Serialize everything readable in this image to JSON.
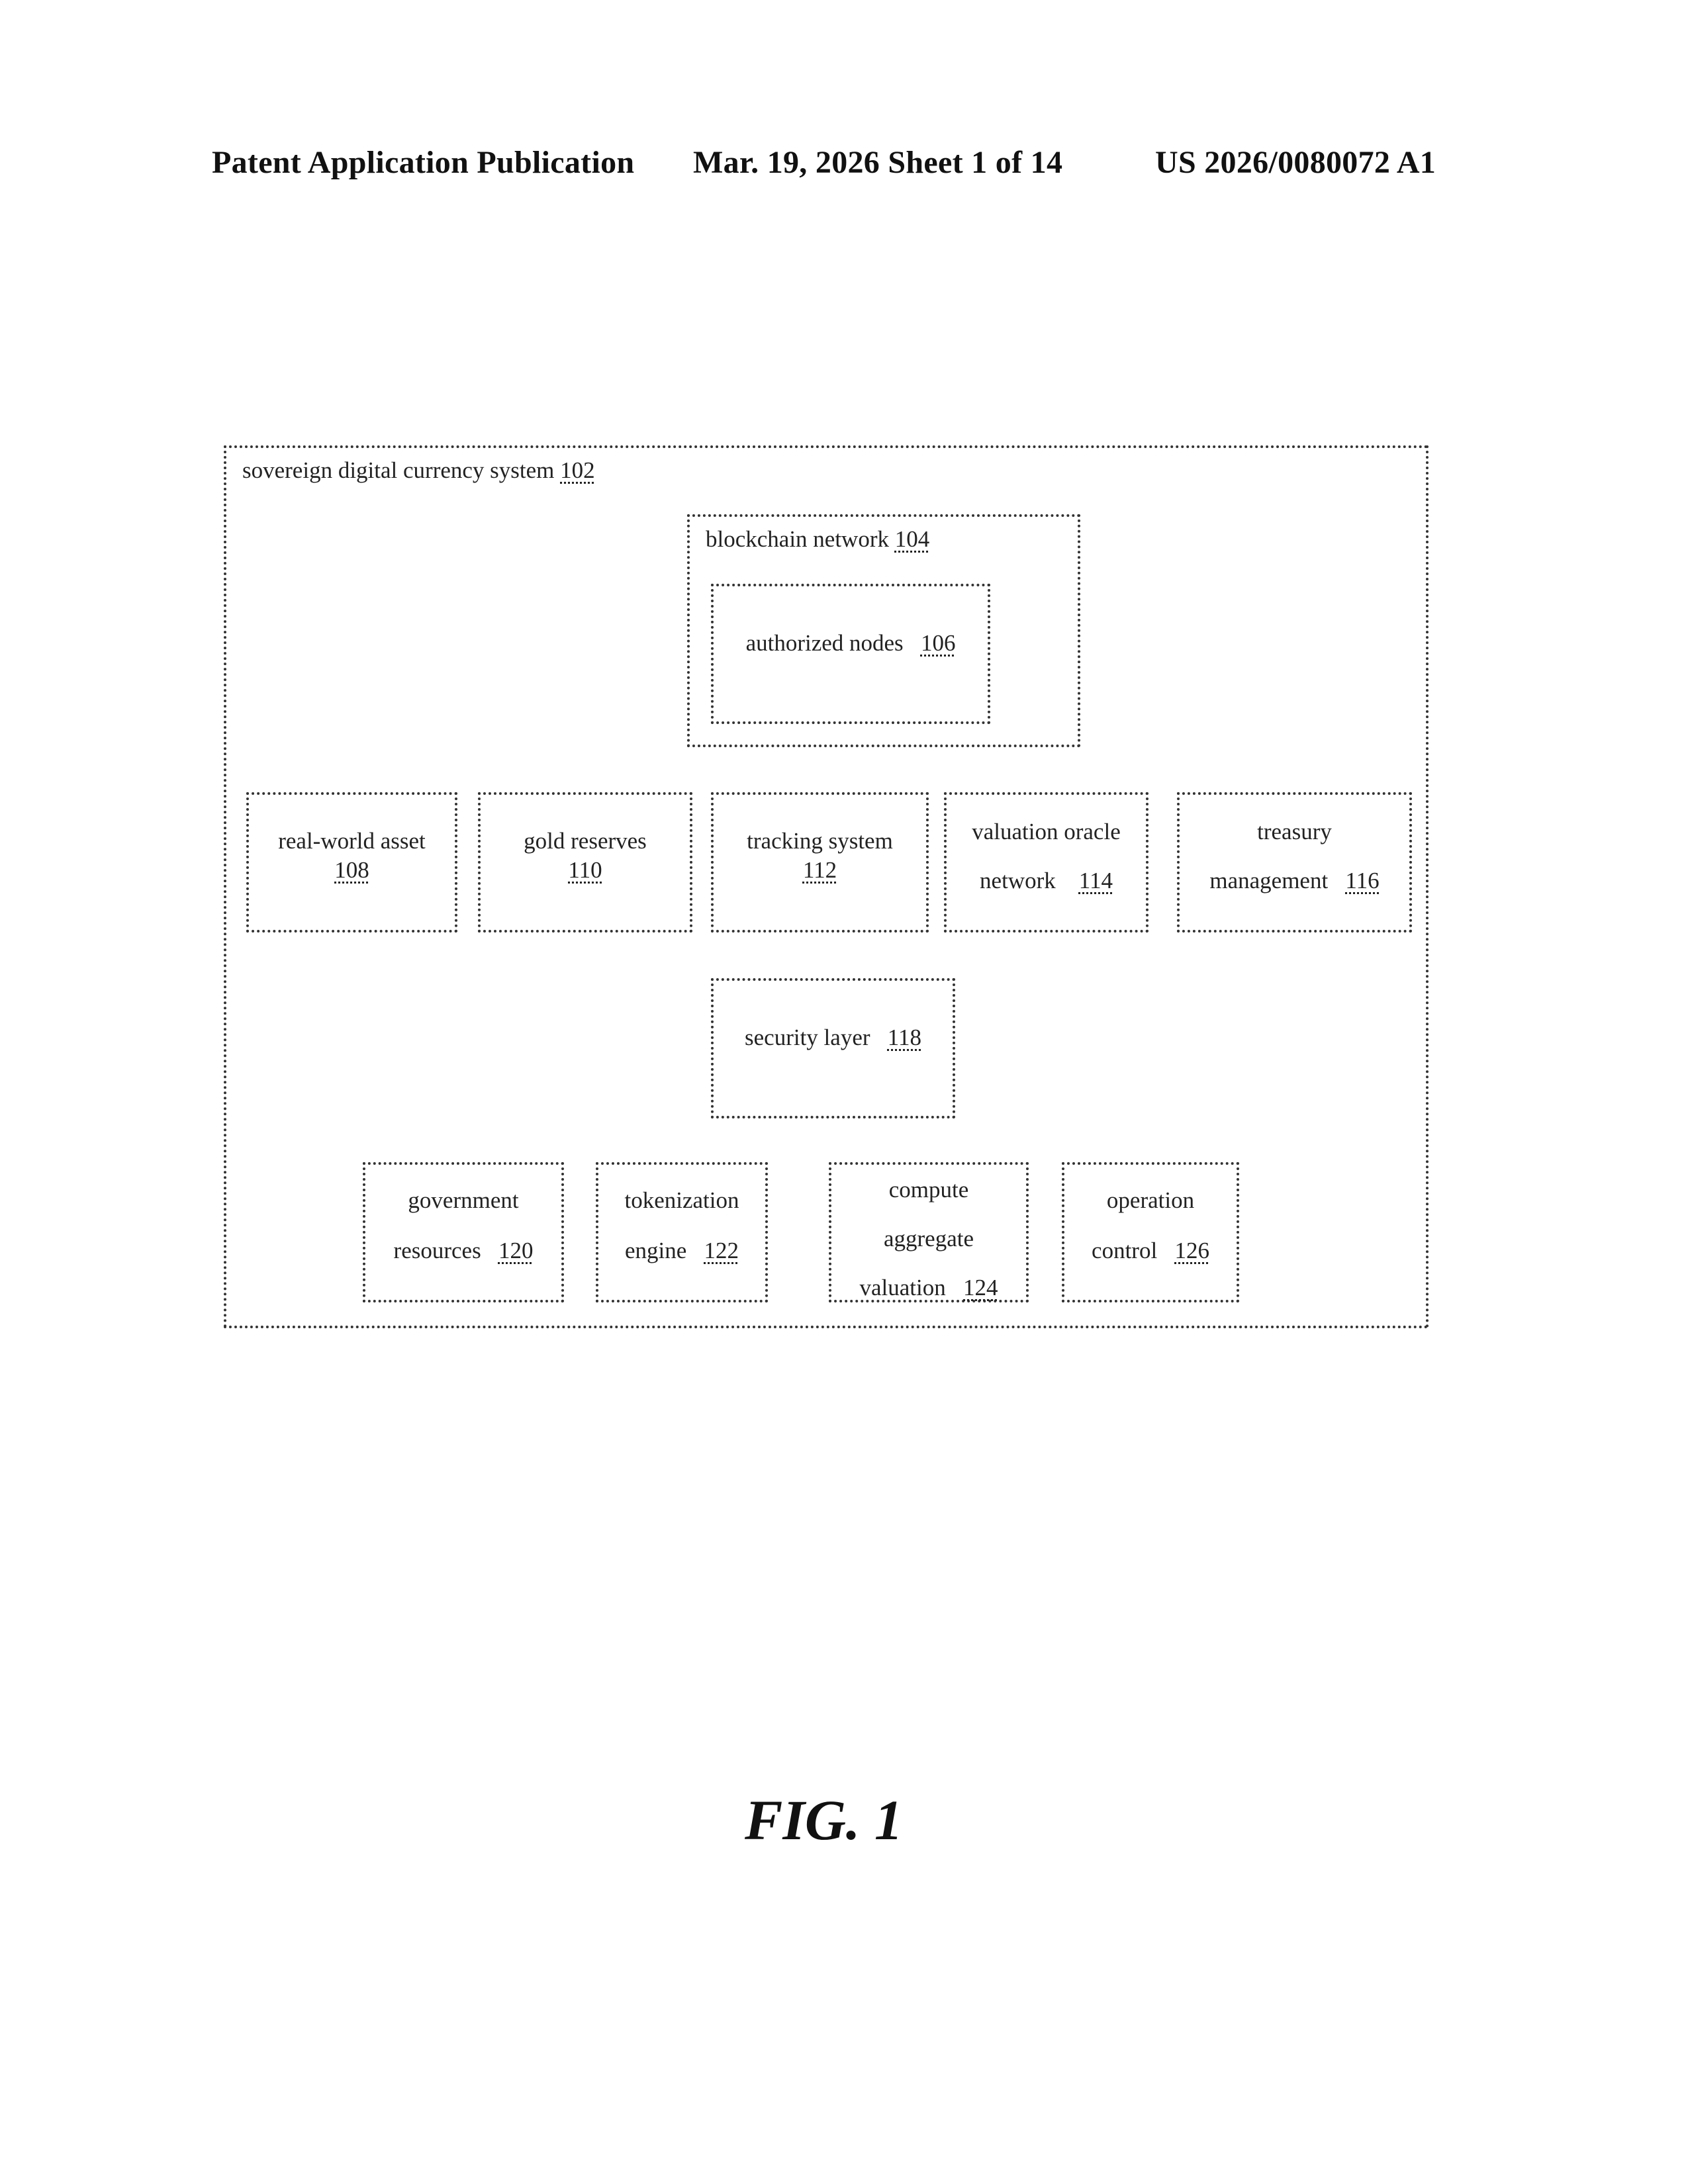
{
  "header": {
    "publication": "Patent Application Publication",
    "date_sheet": "Mar. 19, 2026  Sheet 1 of 14",
    "number": "US 2026/0080072 A1"
  },
  "diagram": {
    "system": {
      "label": "sovereign digital currency system",
      "ref": "102"
    },
    "blockchain": {
      "label": "blockchain network",
      "ref": "104"
    },
    "nodes": {
      "label": "authorized nodes",
      "ref": "106"
    },
    "asset": {
      "label": "real-world asset",
      "ref": "108"
    },
    "gold": {
      "label": "gold reserves",
      "ref": "110"
    },
    "tracking": {
      "label": "tracking system",
      "ref": "112"
    },
    "oracle": {
      "line1": "valuation oracle",
      "line2": "network",
      "ref": "114"
    },
    "treasury": {
      "line1": "treasury",
      "line2": "management",
      "ref": "116"
    },
    "security": {
      "label": "security layer",
      "ref": "118"
    },
    "government": {
      "line1": "government",
      "line2": "resources",
      "ref": "120"
    },
    "tokenization": {
      "line1": "tokenization",
      "line2": "engine",
      "ref": "122"
    },
    "compute": {
      "line1": "compute",
      "line2": "aggregate",
      "line3": "valuation",
      "ref": "124"
    },
    "operation": {
      "line1": "operation",
      "line2": "control",
      "ref": "126"
    }
  },
  "figure_label": "FIG. 1"
}
